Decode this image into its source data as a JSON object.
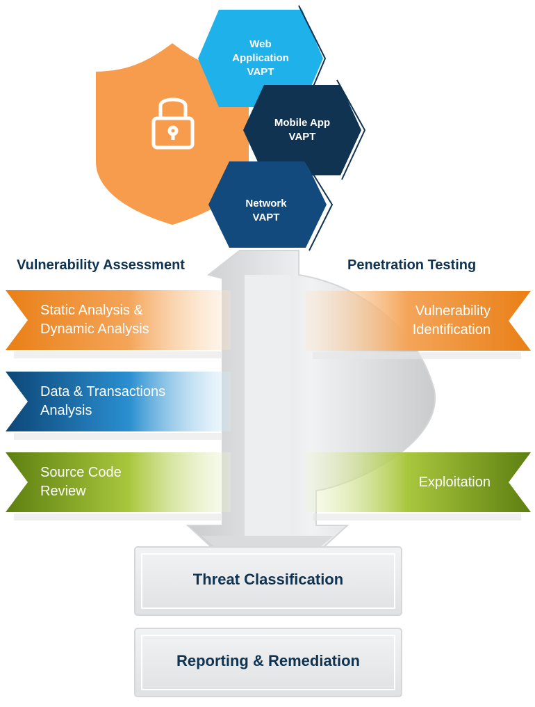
{
  "diagram": {
    "services": [
      {
        "label_lines": [
          "Web",
          "Application",
          "VAPT"
        ],
        "color": "#1fb1ea"
      },
      {
        "label_lines": [
          "Mobile App",
          "VAPT"
        ],
        "color": "#0f3350"
      },
      {
        "label_lines": [
          "Network",
          "VAPT"
        ],
        "color": "#134a7d"
      }
    ],
    "shield": {
      "color": "#f79c4c",
      "icon": "lock-icon"
    },
    "columns": {
      "left_heading": "Vulnerability Assessment",
      "right_heading": "Penetration Testing"
    },
    "left_steps": [
      {
        "lines": [
          "Static Analysis &",
          "Dynamic Analysis"
        ],
        "color": "#ed8a21"
      },
      {
        "lines": [
          "Data & Transactions",
          "Analysis"
        ],
        "color": "#14558c"
      },
      {
        "lines": [
          "Source Code",
          "Review"
        ],
        "color": "#6a8f15"
      }
    ],
    "right_steps": [
      {
        "lines": [
          "Vulnerability",
          "Identification"
        ],
        "color": "#ed8a21"
      },
      {
        "lines": [
          "Exploitation"
        ],
        "color": "#6a8f15"
      }
    ],
    "outcomes": [
      {
        "label": "Threat Classification"
      },
      {
        "label": "Reporting & Remediation"
      }
    ],
    "colors": {
      "text_dark": "#0f3350",
      "arrow_gray": "#e3e4e5"
    }
  }
}
